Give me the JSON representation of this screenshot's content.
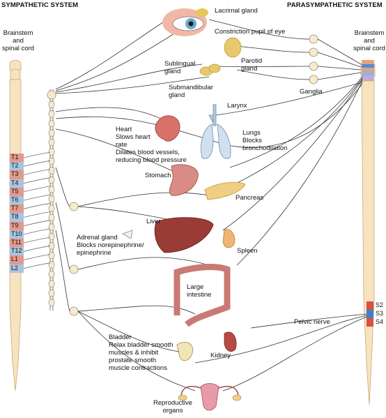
{
  "headers": {
    "sympathetic": "SYMPATHETIC SYSTEM",
    "parasympathetic": "PARASYMPATHETIC SYSTEM"
  },
  "left_cord_label": "Brainstem\nand\nspinal cord",
  "right_cord_label": "Brainstem\nand\nspinal cord",
  "thoracic_segments": [
    "T1",
    "T2",
    "T3",
    "T4",
    "T5",
    "T6",
    "T7",
    "T8",
    "T9",
    "T10",
    "T11",
    "T12",
    "L1",
    "L2"
  ],
  "sacral_segments": [
    "S2",
    "S3",
    "S4"
  ],
  "organs": {
    "lacrimal": "Lacrimal gland",
    "pupil": "Constriction pupil of eye",
    "sublingual": "Sublingual\ngland",
    "parotid": "Parotid\ngland",
    "submandibular": "Submandibular\ngland",
    "ganglia": "Ganglia",
    "larynx": "Larynx",
    "heart": "Heart\nSlows heart\nrate\nDilates blood vessels,\nreducing blood pressure",
    "lungs": "Lungs\nBlocks\nbronchodilation",
    "stomach": "Stomach",
    "pancreas": "Pancreas",
    "liver": "Liver",
    "adrenal": "Adrenal gland\nBlocks norepinephrine/\nepinephrine",
    "spleen": "Spleen",
    "intestine": "Large\nintestine",
    "pelvic_nerve": "Pelvic nerve",
    "bladder": "Bladder\nRelax bladder smooth\nmuscles & inhibit\nprostate smooth\nmuscle contractions",
    "kidney": "Kidney",
    "reproductive": "Reproductive\norgans"
  },
  "colors": {
    "cord": "#f7e3c0",
    "cord_stroke": "#c9a877",
    "segment_red": "#e39a8c",
    "segment_blue": "#a9c4e2",
    "nerve": "#333333",
    "ganglion": "#f8ecc8"
  }
}
